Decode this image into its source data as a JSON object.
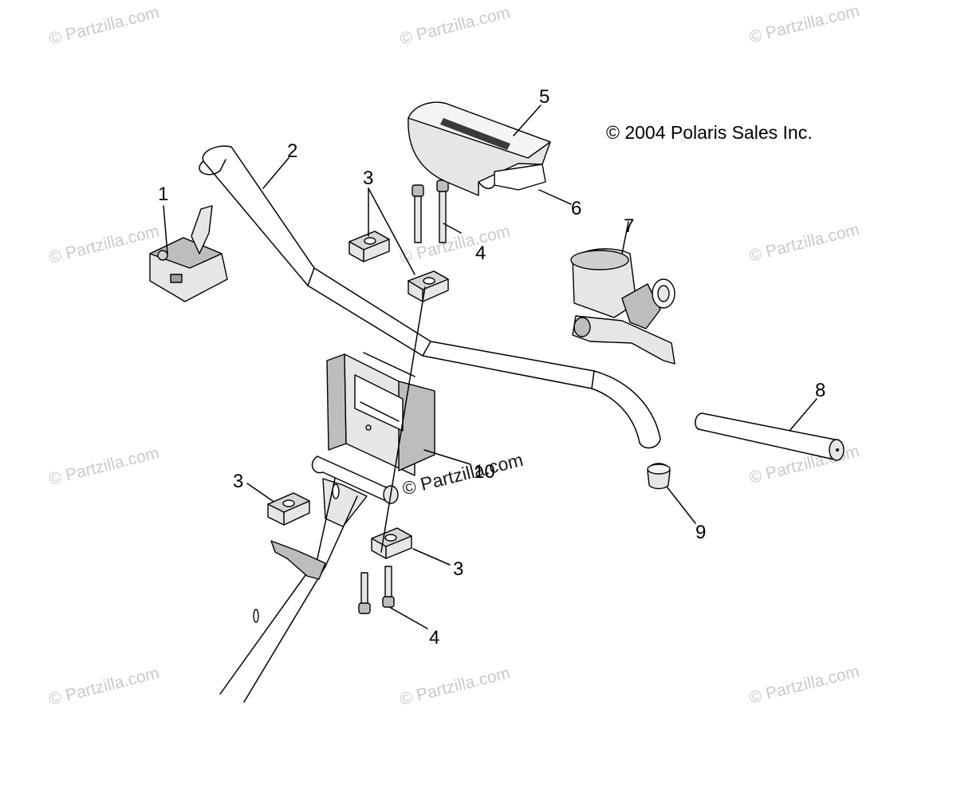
{
  "copyright": "© 2004 Polaris Sales Inc.",
  "watermark": "© Partzilla.com",
  "callouts": {
    "c1": "1",
    "c2": "2",
    "c3a": "3",
    "c3b": "3",
    "c3c": "3",
    "c4a": "4",
    "c4b": "4",
    "c5": "5",
    "c6": "6",
    "c7": "7",
    "c8": "8",
    "c9": "9",
    "c10": "10"
  },
  "colors": {
    "part_fill": "#e6e6e6",
    "part_dark": "#bdbdbd",
    "watermark": "#c9c9c9"
  }
}
